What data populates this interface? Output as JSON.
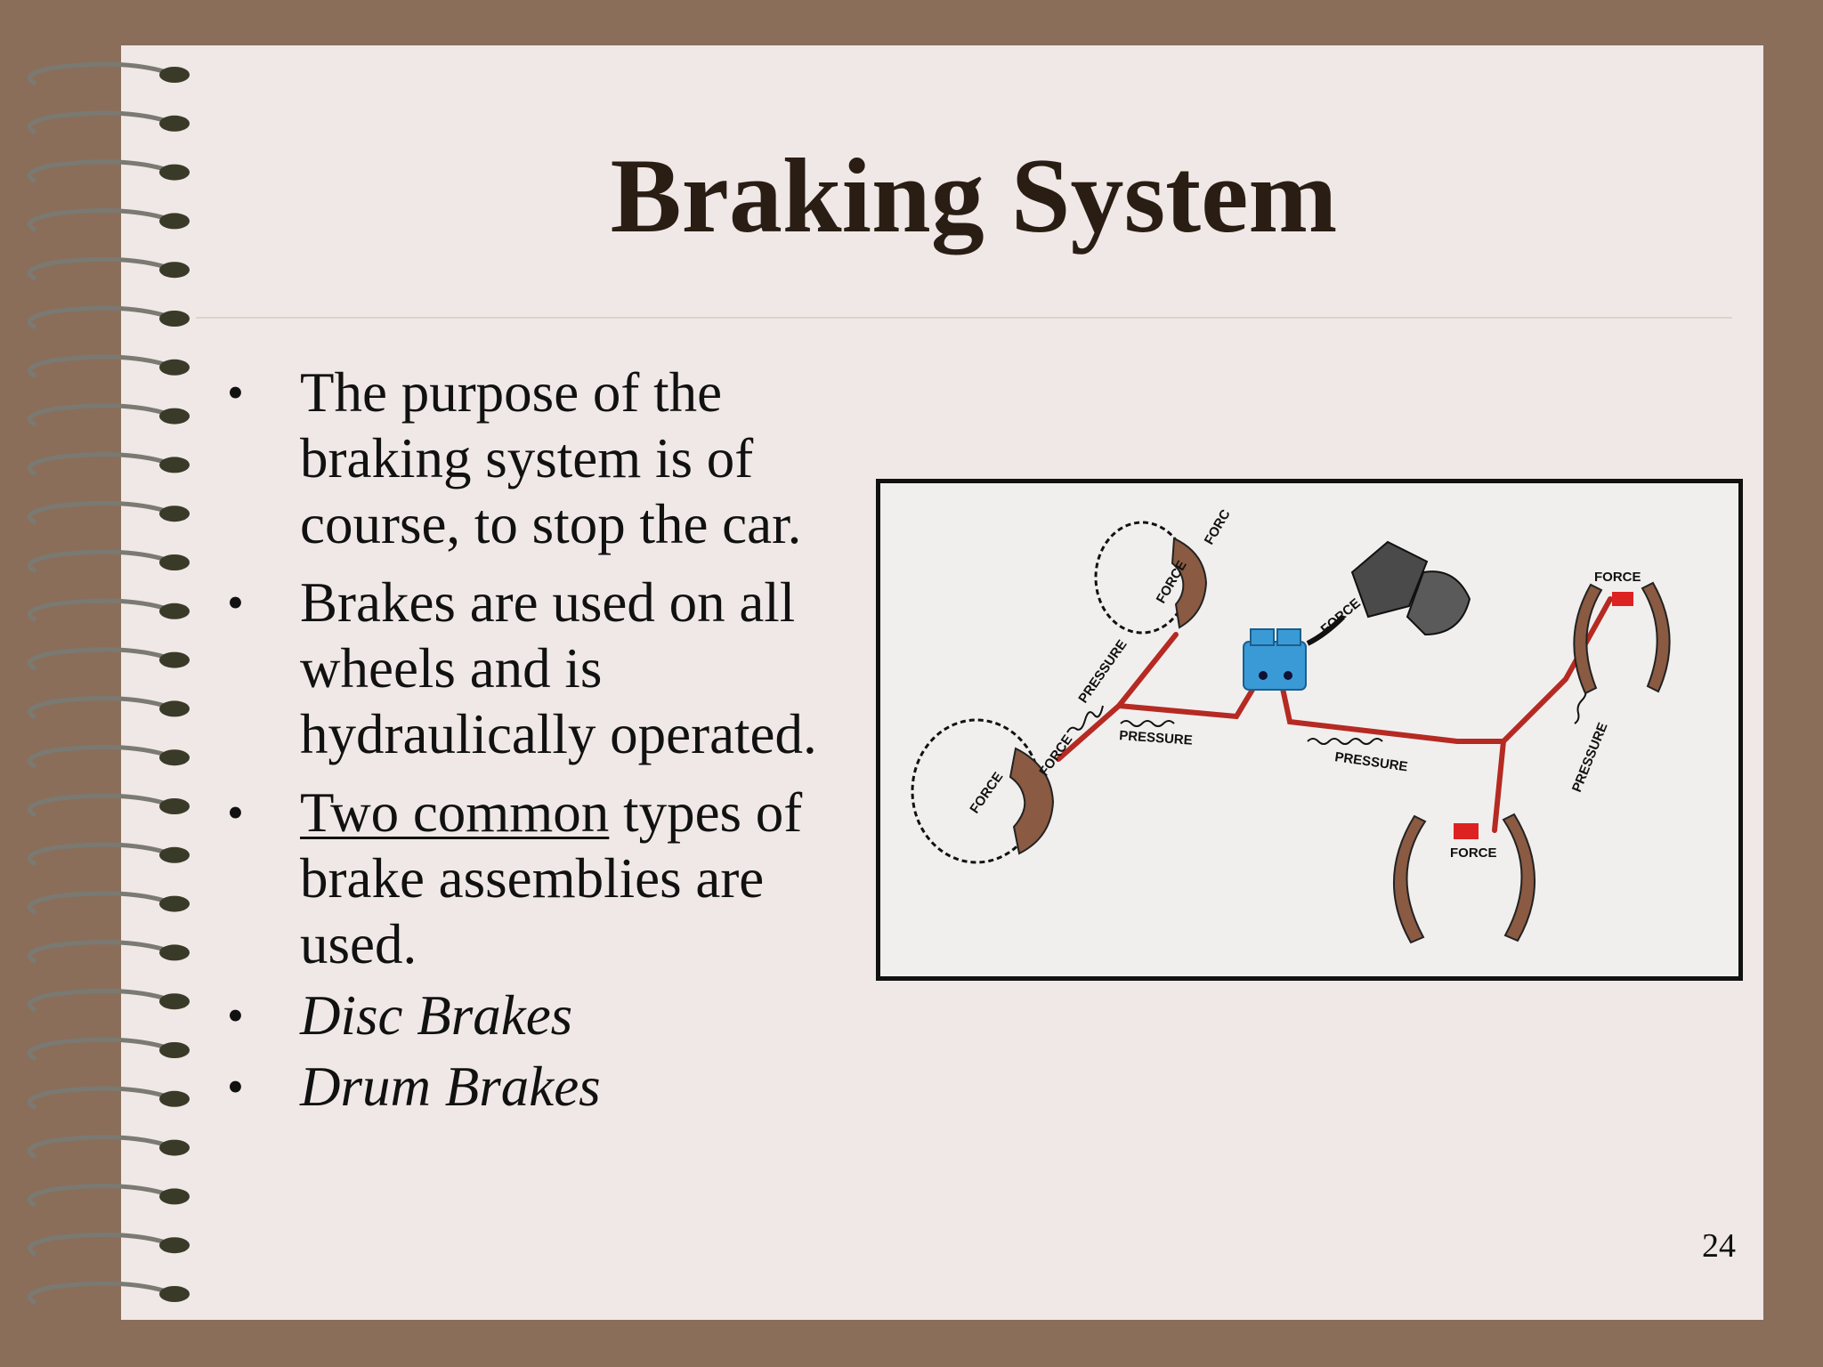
{
  "slide": {
    "title": "Braking System",
    "page_number": "24"
  },
  "bullets": [
    {
      "text": "The purpose of the braking system is of course, to stop the car."
    },
    {
      "text": "Brakes are used on all wheels and is hydraulically operated."
    },
    {
      "underlined": "Two common",
      "text": " types of brake assemblies are used."
    },
    {
      "text": "Disc Brakes"
    },
    {
      "text": "Drum Brakes"
    }
  ],
  "bullet_glyph": "•",
  "figure": {
    "labels": {
      "force": "FORCE",
      "force_short": "FORC",
      "pressure": "PRESSURE"
    },
    "colors": {
      "pipe": "#b52a22",
      "master_cylinder": "#3a9ad6",
      "brake_shoe": "#8a5a42",
      "pedal": "#4a4a4a"
    }
  },
  "colors": {
    "background": "#8a6e5a",
    "page": "#efe8e6",
    "title": "#2a1d14"
  }
}
